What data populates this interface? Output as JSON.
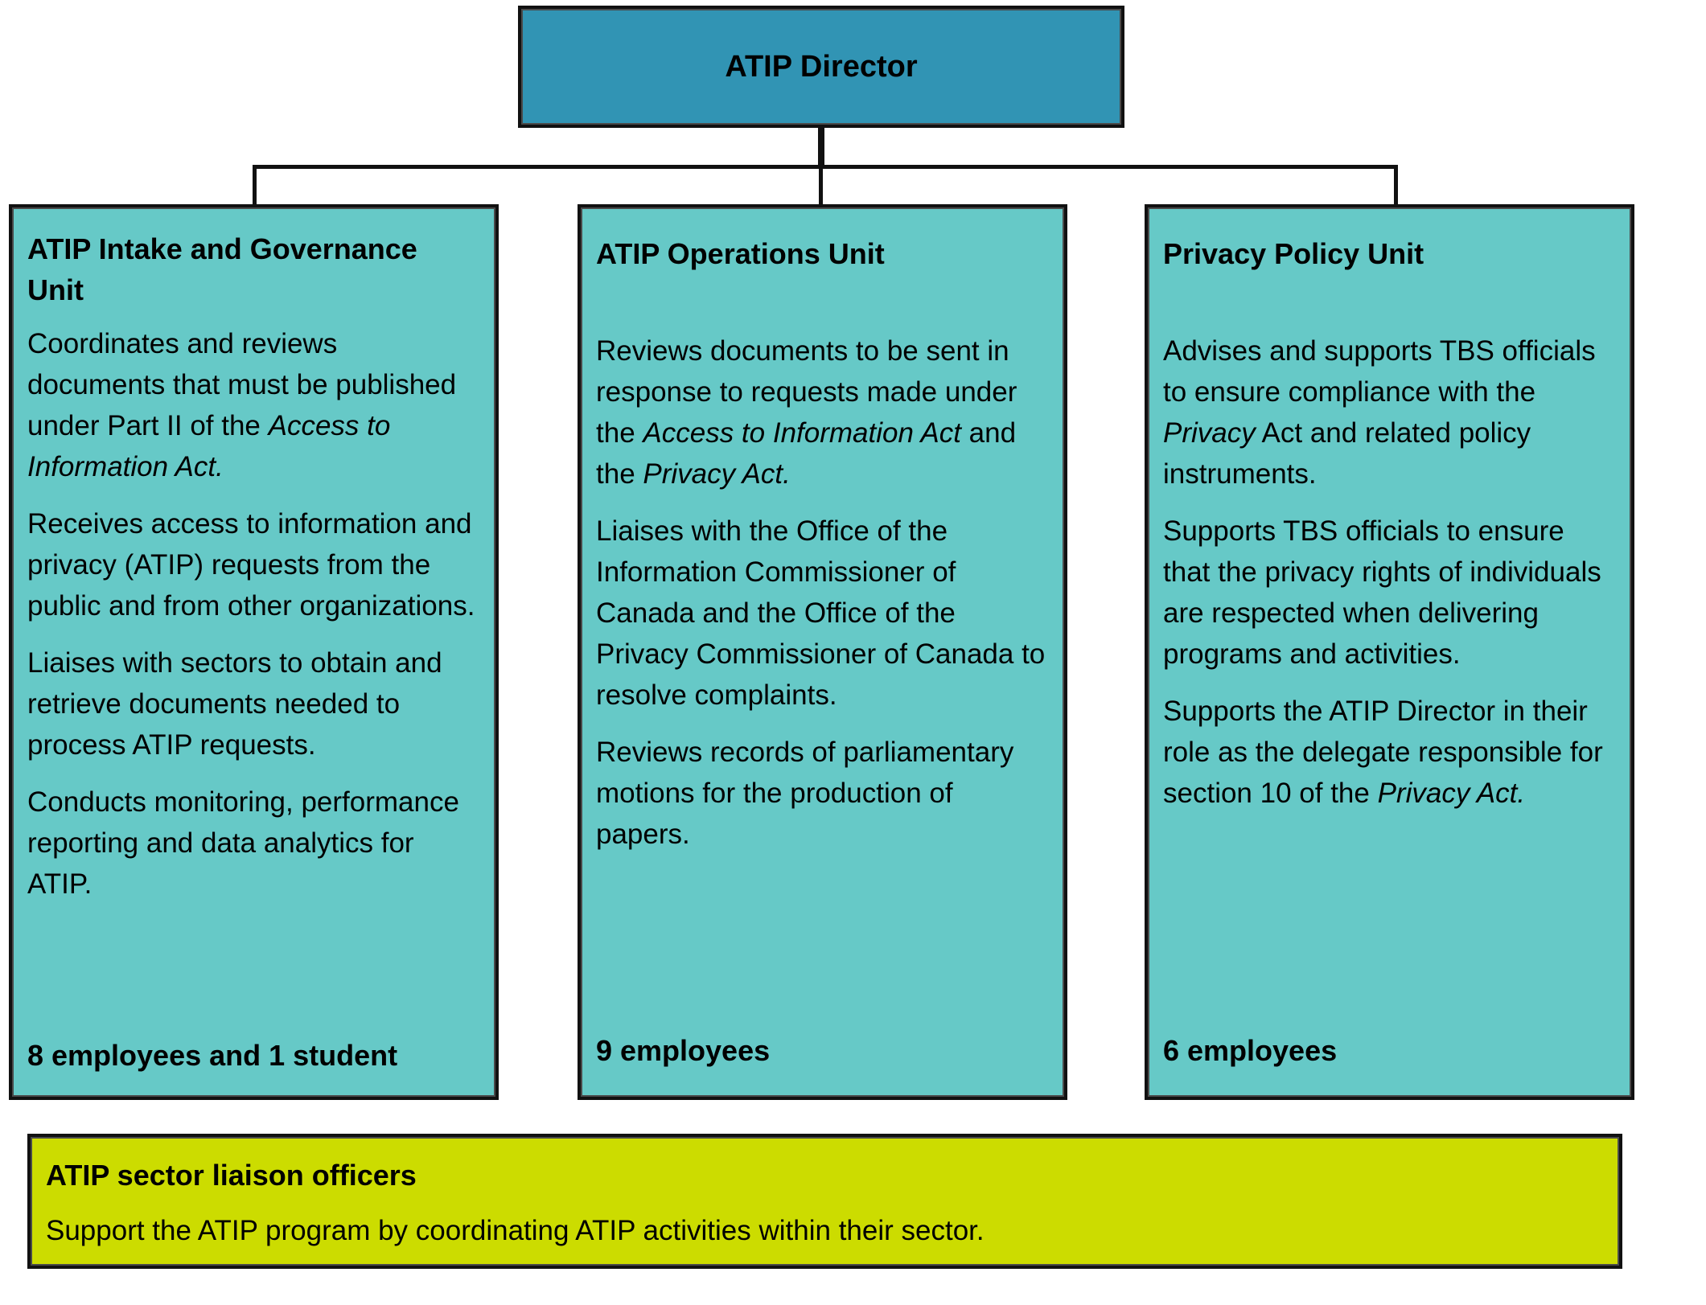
{
  "director": {
    "title": "ATIP Director"
  },
  "units": [
    {
      "title": "ATIP Intake and Governance Unit",
      "paragraphs": [
        {
          "a": "Coordinates and reviews documents that must be published under Part II of the ",
          "i": "Access to Information Act."
        },
        {
          "a": "Receives access to information and privacy (ATIP) requests from the public and from other organizations."
        },
        {
          "a": "Liaises with sectors to obtain and retrieve documents needed to process ATIP requests."
        },
        {
          "a": "Conducts monitoring, performance reporting and data analytics for ATIP."
        }
      ],
      "count": "8 employees and 1 student"
    },
    {
      "title": "ATIP Operations Unit",
      "paragraphs": [
        {
          "a": "Reviews documents to be sent in response to requests made under the ",
          "i": "Access to Information Act",
          "b": " and the ",
          "i2": "Privacy Act."
        },
        {
          "a": "Liaises with the Office of the Information Commissioner of Canada and the Office of the Privacy Commissioner of Canada to resolve complaints."
        },
        {
          "a": "Reviews records of parliamentary motions for the production of papers."
        }
      ],
      "count": "9 employees"
    },
    {
      "title": "Privacy Policy Unit",
      "paragraphs": [
        {
          "a": "Advises and supports TBS officials to ensure compliance with the ",
          "i": "Privacy",
          "b": " Act and related policy instruments."
        },
        {
          "a": "Supports TBS officials to ensure that the privacy rights of individuals are respected when delivering programs and activities."
        },
        {
          "a": "Supports the ATIP Director in their role as the delegate responsible for section 10 of the ",
          "i": "Privacy Act."
        }
      ],
      "count": "6 employees"
    }
  ],
  "liaison": {
    "title": "ATIP sector liaison officers",
    "text": "Support the ATIP program by coordinating ATIP activities within their sector."
  },
  "colors": {
    "director": "#3194b4",
    "unit": "#66c9c7",
    "liaison": "#ccdc00"
  }
}
